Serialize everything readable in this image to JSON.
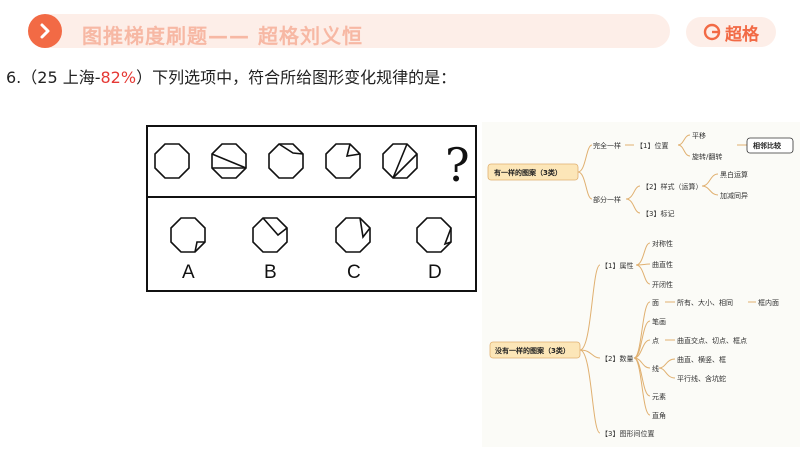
{
  "header": {
    "title": "图推梯度刷题—— 超格刘义恒",
    "brand": "超格",
    "accent_color": "#f26a45",
    "logo_icon": "chevron-right-icon",
    "brand_icon": "g-logo-icon"
  },
  "question": {
    "number": "6.",
    "source_prefix": "（25 上海-",
    "accuracy": "82%",
    "source_suffix": "）",
    "text": "下列选项中，符合所给图形变化规律的是："
  },
  "puzzle": {
    "question_mark": "?",
    "options": [
      "A",
      "B",
      "C",
      "D"
    ]
  },
  "mindmap": {
    "same_root": "有一样的图案（3类）",
    "full_same": "完全一样",
    "position": "【1】位置",
    "translate": "平移",
    "rotate_flip": "旋转/翻转",
    "adjacent_compare": "相邻比较",
    "partial_same": "部分一样",
    "style": "【2】样式（运算）",
    "bw_op": "黑白运算",
    "add_sub": "加减同异",
    "mark": "【3】标记",
    "diff_root": "没有一样的图案（3类）",
    "attribute": "【1】属性",
    "symmetry": "对称性",
    "curve_straight": "曲直性",
    "open_close": "开闭性",
    "quantity": "【2】数量",
    "face": "面",
    "face_detail": "所有、大小、相同",
    "frame_inner": "框内面",
    "strokes": "笔画",
    "point": "点",
    "point_detail": "曲直交点、切点、框点",
    "line": "线",
    "line_detail1": "曲直、横竖、框",
    "line_detail2": "平行线、含坑蛇",
    "element": "元素",
    "right_angle": "直角",
    "relation": "【3】图形间位置"
  }
}
